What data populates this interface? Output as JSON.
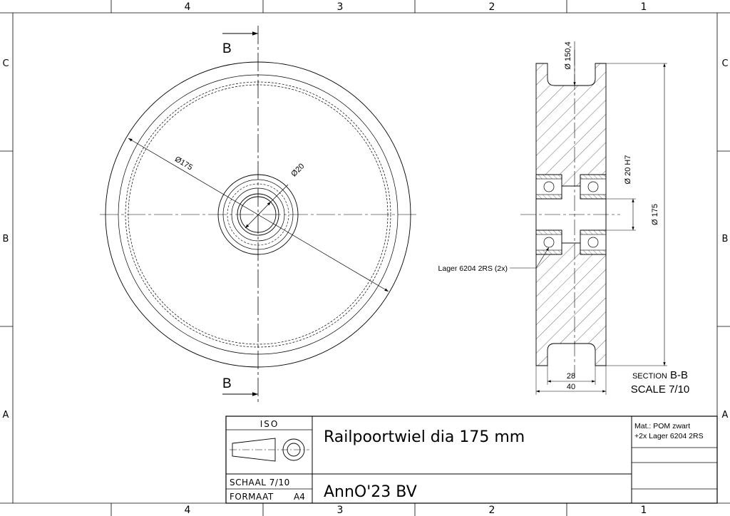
{
  "zones": {
    "columns": [
      "4",
      "3",
      "2",
      "1"
    ],
    "rows": [
      "C",
      "B",
      "A"
    ]
  },
  "front_view": {
    "section_marker": "B",
    "dim_outer": "Ø175",
    "dim_bore": "Ø20"
  },
  "section_view": {
    "dim_groove": "Ø 150,4",
    "dim_bore_fit": "Ø 20 H7",
    "dim_outer": "Ø 175",
    "dim_groove_width": "28",
    "dim_width": "40",
    "bearing_note": "Lager 6204 2RS (2x)",
    "section_prefix": "SECTION",
    "section_name": "B-B",
    "scale_label": "SCALE 7/10"
  },
  "title_block": {
    "projection": "ISO",
    "title": "Railpoortwiel dia 175 mm",
    "scale": "SCHAAL 7/10",
    "format_label": "FORMAAT",
    "format_value": "A4",
    "company": "AnnO'23 BV",
    "material_line1": "Mat.: POM zwart",
    "material_line2": "+2x Lager 6204 2RS"
  }
}
